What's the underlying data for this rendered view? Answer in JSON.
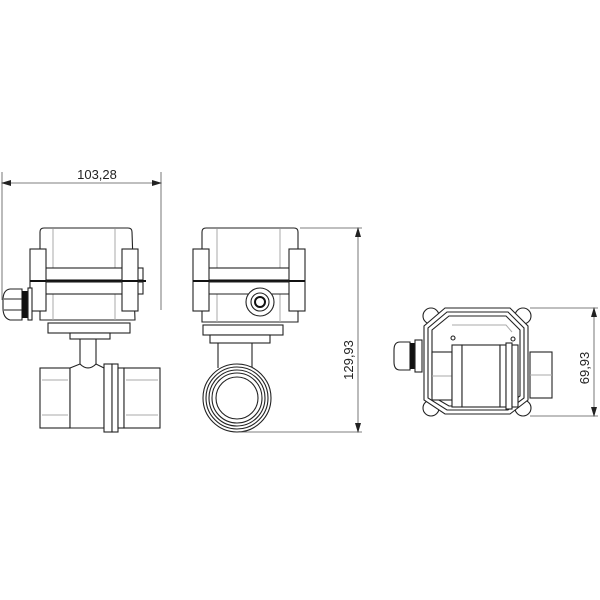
{
  "drawing": {
    "background": "#ffffff",
    "line_color": "#222222",
    "views": [
      {
        "name": "side-view",
        "description": "Motorized ball valve side view with cable gland on left"
      },
      {
        "name": "front-view",
        "description": "Actuator front view with connector and pipe end"
      },
      {
        "name": "top-view",
        "description": "Top view with housing corners, cable gland, and valve body"
      }
    ],
    "dimensions": {
      "width": {
        "label": "103,28",
        "orientation": "horizontal"
      },
      "height": {
        "label": "129,93",
        "orientation": "vertical"
      },
      "depth": {
        "label": "69,93",
        "orientation": "vertical"
      }
    }
  }
}
